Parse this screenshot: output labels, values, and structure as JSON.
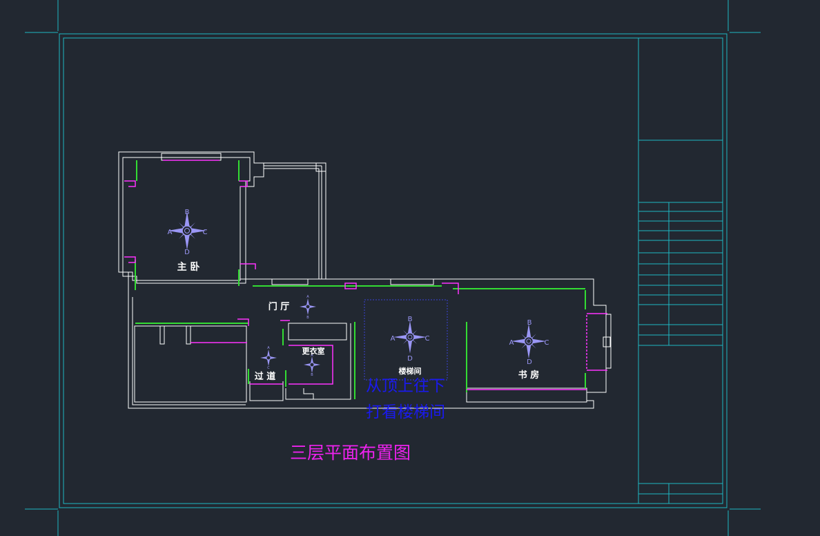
{
  "colors": {
    "background": "#222831",
    "frame": "#1fb8c4",
    "walls": "#ffffff",
    "green_lines": "#33dd33",
    "magenta_lines": "#ff33ff",
    "blue_note": "#1a1aee",
    "compass": "#9a96f5"
  },
  "rooms": {
    "master_bedroom": "主 卧",
    "foyer": "门 厅",
    "walk_in_closet": "更衣室",
    "corridor": "过 道",
    "stairwell": "楼梯间",
    "study": "书 房"
  },
  "compass_letters": {
    "a": "A",
    "b": "B",
    "c": "C",
    "d": "D"
  },
  "note": {
    "line1": "从顶上往下",
    "line2": "打看楼梯间"
  },
  "drawing_title": "三层平面布置图"
}
